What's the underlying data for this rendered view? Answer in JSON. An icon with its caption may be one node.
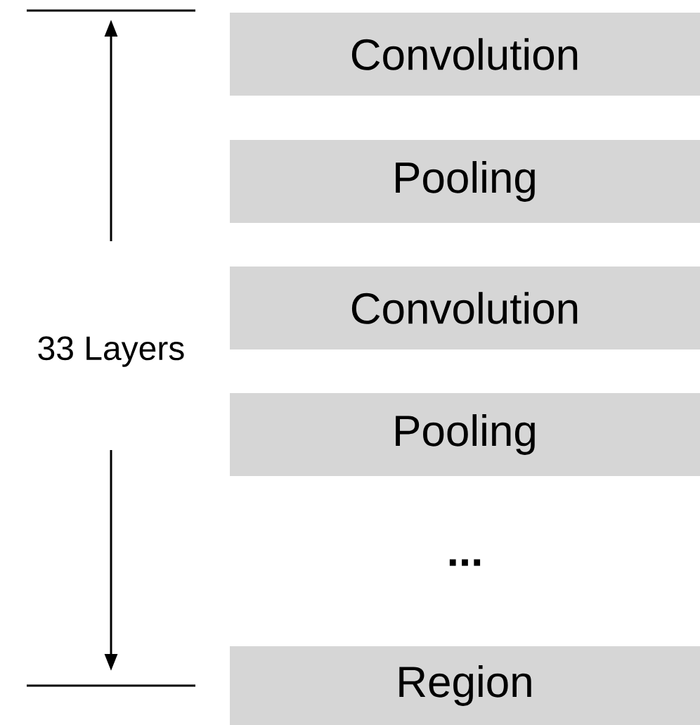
{
  "diagram": {
    "nodes": [
      {
        "text": [
          "Convolution"
        ]
      },
      {
        "text": [
          "Pooling"
        ]
      },
      {
        "text": [
          "Convolution"
        ]
      },
      {
        "text": [
          "Pooling"
        ]
      },
      {
        "text": [
          "Region"
        ]
      }
    ],
    "labels": [
      "33 Layers",
      "..."
    ]
  }
}
